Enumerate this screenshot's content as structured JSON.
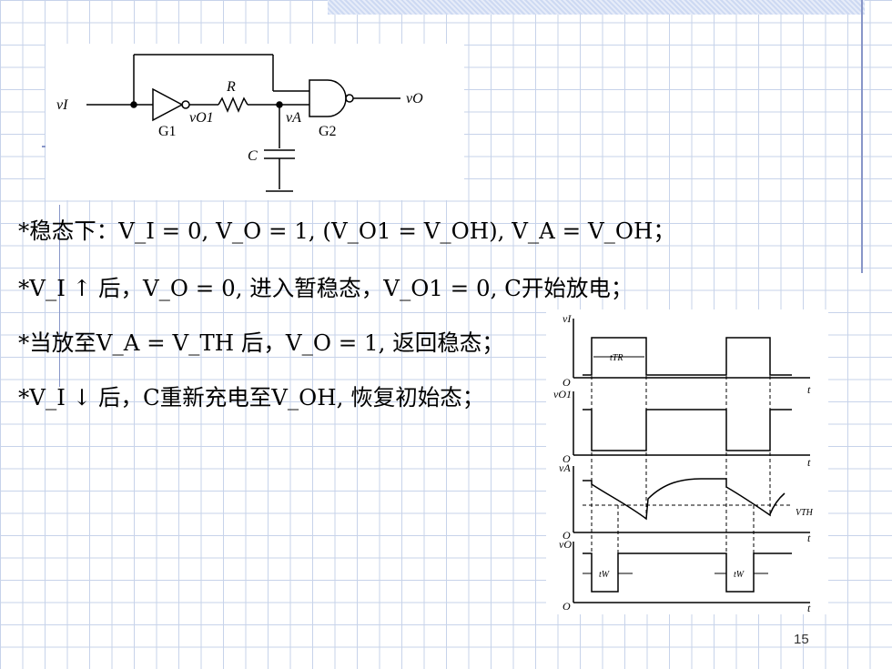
{
  "slide": {
    "page_number": "15"
  },
  "circuit": {
    "input_label": "vI",
    "output_label": "vO",
    "node_o1_label": "vO1",
    "node_a_label": "vA",
    "resistor_label": "R",
    "capacitor_label": "C",
    "gate1_label": "G1",
    "gate2_label": "G2"
  },
  "bullets": [
    "*稳态下：V_I = 0, V_O = 1, (V_O1 = V_OH), V_A = V_OH；",
    "*V_I ↑ 后，V_O = 0, 进入暂稳态，V_O1 = 0, C开始放电；",
    "*当放至V_A = V_TH 后，V_O = 1, 返回稳态；",
    "*V_I ↓ 后，C重新充电至V_OH, 恢复初始态；"
  ],
  "waveform": {
    "vI_label": "vI",
    "vO1_label": "vO1",
    "vA_label": "vA",
    "vO_label": "vO",
    "origin_label": "O",
    "time_label": "t",
    "tTR_label": "tTR",
    "tW_label": "tW",
    "vTH_label": "VTH"
  }
}
